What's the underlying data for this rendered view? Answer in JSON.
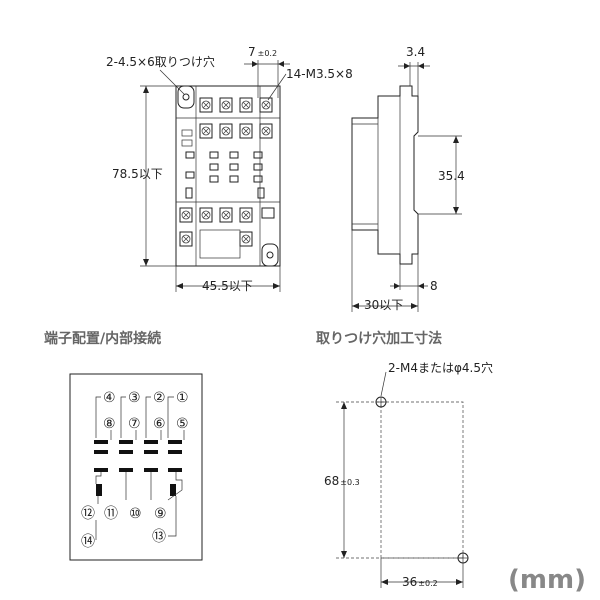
{
  "top_view": {
    "mount_holes_label": "2-4.5×6取りつけ穴",
    "terminals_label": "14-M3.5×8",
    "pitch_base": "7",
    "pitch_tol": "±0.2",
    "height_label": "78.5以下",
    "width_label": "45.5以下"
  },
  "side_view": {
    "top_offset": "3.4",
    "rail_height": "35.4",
    "rail_depth": "8",
    "depth_label": "30以下"
  },
  "wiring": {
    "title": "端子配置/内部接続",
    "terminals_top": [
      "④",
      "③",
      "②",
      "①"
    ],
    "terminals_row2": [
      "⑧",
      "⑦",
      "⑥",
      "⑤"
    ],
    "terminals_row3": [
      "⑫",
      "⑪",
      "⑩",
      "⑨"
    ],
    "terminal_14": "⑭",
    "terminal_13": "⑬"
  },
  "cutout": {
    "title": "取りつけ穴加工寸法",
    "hole_label": "2-M4またはφ4.5穴",
    "height_base": "68",
    "height_tol": "±0.3",
    "width_base": "36",
    "width_tol": "±0.2"
  },
  "unit_label": "(mm)"
}
